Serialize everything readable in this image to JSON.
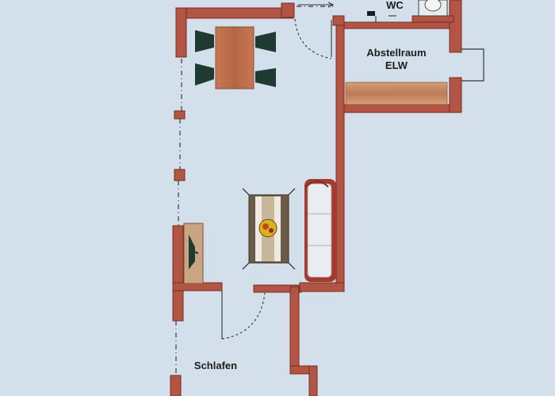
{
  "rooms": {
    "wc": "WC",
    "storage_line1": "Abstellraum",
    "storage_line2": "ELW",
    "bedroom": "Schlafen"
  },
  "colors": {
    "paper": "#d3e0ec",
    "wall_fill": "#b25544",
    "wall_edge": "#7a2a20",
    "wood": "#b86a48",
    "chair": "#1f3a30",
    "sofa": "#e9ecf0",
    "sofa_frame": "#a33a2c",
    "shelf": "#c48a62",
    "line": "#333333"
  },
  "icons": {
    "door": "door-swing-icon",
    "toilet": "toilet-icon",
    "plant": "plant-icon"
  }
}
